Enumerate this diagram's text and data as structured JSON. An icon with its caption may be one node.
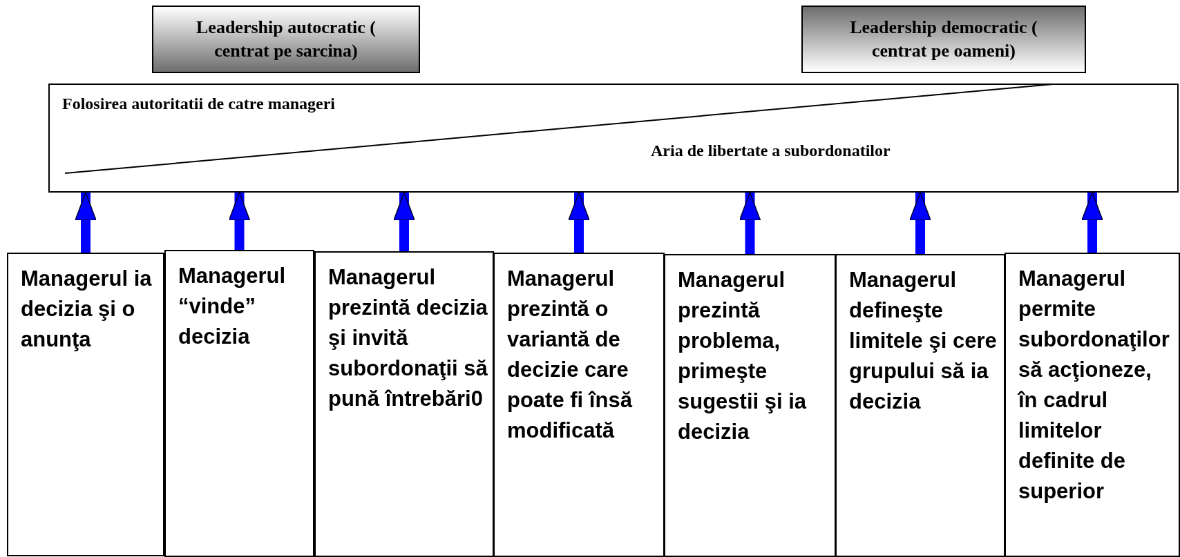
{
  "diagram": {
    "nodes": [
      {
        "text": [
          "Leadership autocratic ( centrat pe sarcina)"
        ]
      },
      {
        "text": [
          "Leadership democratic ( centrat pe oameni)"
        ]
      },
      {
        "text": [
          "Folosirea autoritatii de catre manageri",
          "Aria de libertate a subordonatilor"
        ]
      },
      {
        "text": [
          "Managerul ia decizia şi o anunţa"
        ]
      },
      {
        "text": [
          "Managerul “vinde” decizia"
        ]
      },
      {
        "text": [
          "Managerul prezintă decizia şi invită subordonaţii să pună întrebări0"
        ]
      },
      {
        "text": [
          "Managerul prezintă o variantă de decizie care poate fi însă modificată"
        ]
      },
      {
        "text": [
          "Managerul prezintă problema, primeşte sugestii şi ia decizia"
        ]
      },
      {
        "text": [
          "Managerul defineşte limitele şi cere grupului să ia decizia"
        ]
      },
      {
        "text": [
          "Managerul permite subordonaţilor să acţioneze, în cadrul limitelor definite de superior"
        ]
      }
    ],
    "edges": [
      {
        "from": 3,
        "to": 2,
        "arrow": "to"
      },
      {
        "from": 4,
        "to": 2,
        "arrow": "to"
      },
      {
        "from": 5,
        "to": 2,
        "arrow": "to"
      },
      {
        "from": 6,
        "to": 2,
        "arrow": "to"
      },
      {
        "from": 7,
        "to": 2,
        "arrow": "to"
      },
      {
        "from": 8,
        "to": 2,
        "arrow": "to"
      },
      {
        "from": 9,
        "to": 2,
        "arrow": "to"
      }
    ]
  }
}
